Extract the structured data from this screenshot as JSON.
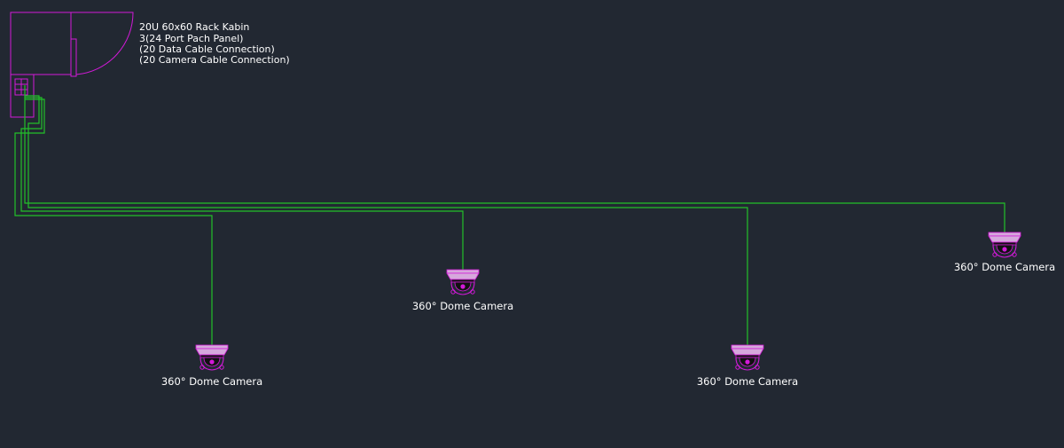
{
  "colors": {
    "background": "#222832",
    "cable": "#22c02a",
    "rack": "#d21ad8",
    "camera_body": "#d6a8dc",
    "camera_line": "#d21ad8",
    "camera_dark": "#111111",
    "text": "#ffffff"
  },
  "rack": {
    "lines": [
      "20U 60x60 Rack Kabin",
      "3(24 Port Pach Panel)",
      "(20 Data Cable Connection)",
      "(20 Camera Cable Connection)"
    ],
    "icon": "rack-cabinet-door-icon"
  },
  "cameras": [
    {
      "label": "360° Dome Camera",
      "icon": "dome-camera-icon"
    },
    {
      "label": "360° Dome Camera",
      "icon": "dome-camera-icon"
    },
    {
      "label": "360° Dome Camera",
      "icon": "dome-camera-icon"
    },
    {
      "label": "360° Dome Camera",
      "icon": "dome-camera-icon"
    }
  ]
}
